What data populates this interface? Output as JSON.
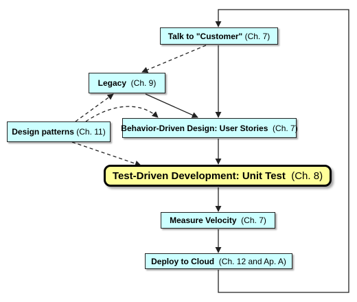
{
  "diagram": {
    "nodes": {
      "talk": {
        "bold": "Talk to \"Customer\"",
        "ref": " (Ch. 7)"
      },
      "legacy": {
        "bold": "Legacy",
        "ref": "  (Ch. 9)"
      },
      "design": {
        "bold": "Design patterns",
        "ref": " (Ch. 11)"
      },
      "bdd": {
        "bold": "Behavior-Driven Design: User Stories",
        "ref": "  (Ch. 7)"
      },
      "tdd": {
        "bold": "Test-Driven Development: Unit Test",
        "ref": "  (Ch. 8)"
      },
      "measure": {
        "bold": "Measure Velocity",
        "ref": "  (Ch. 7)"
      },
      "deploy": {
        "bold": "Deploy to Cloud",
        "ref": "  (Ch. 12 and Ap. A)"
      }
    },
    "edges": [
      {
        "from": "talk",
        "to": "bdd",
        "style": "solid"
      },
      {
        "from": "talk",
        "to": "legacy",
        "style": "dashed"
      },
      {
        "from": "legacy",
        "to": "bdd",
        "style": "solid"
      },
      {
        "from": "design",
        "to": "legacy",
        "style": "dashed"
      },
      {
        "from": "design",
        "to": "bdd",
        "style": "dashed"
      },
      {
        "from": "design",
        "to": "tdd",
        "style": "dashed"
      },
      {
        "from": "bdd",
        "to": "tdd",
        "style": "solid"
      },
      {
        "from": "tdd",
        "to": "measure",
        "style": "solid"
      },
      {
        "from": "measure",
        "to": "deploy",
        "style": "solid"
      },
      {
        "from": "deploy",
        "to": "talk",
        "style": "solid"
      }
    ],
    "colors": {
      "node_fill": "#ccffff",
      "main_fill": "#ffff99",
      "stroke": "#222222"
    }
  }
}
